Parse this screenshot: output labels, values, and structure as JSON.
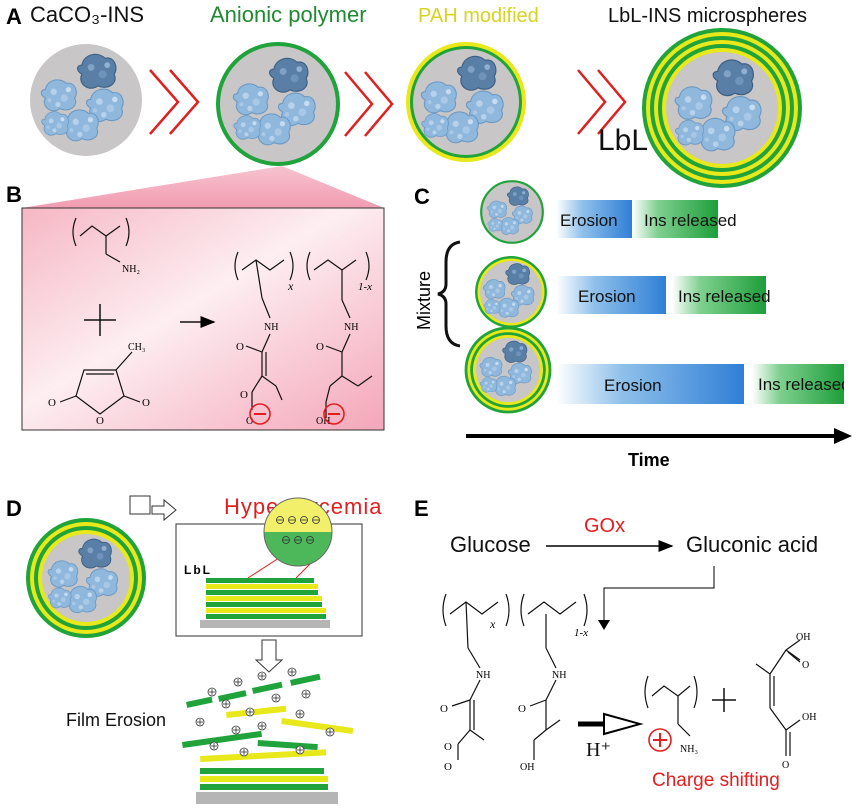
{
  "panels": {
    "a": {
      "letter": "A",
      "stage1": "CaCO₃-INS",
      "stage2": "Anionic polymer",
      "stage3": "PAH modified",
      "stage4": "LbL-INS microspheres",
      "lbl": "LbL"
    },
    "b": {
      "letter": "B",
      "nh2": "NH₂",
      "ch3": "CH₃",
      "o": "O",
      "nh": "NH",
      "oh": "OH",
      "x": "x",
      "one_minus_x": "1-x"
    },
    "c": {
      "letter": "C",
      "mixture": "Mixture",
      "erosion": "Erosion",
      "released": "Ins released",
      "time": "Time"
    },
    "d": {
      "letter": "D",
      "hyperglycemia": "Hyperglycemia",
      "lbl": "LbL",
      "film_erosion": "Film Erosion"
    },
    "e": {
      "letter": "E",
      "glucose": "Glucose",
      "gox": "GOx",
      "gluconic": "Gluconic acid",
      "hplus": "H⁺",
      "nh3": "NH₃",
      "oh": "OH",
      "o": "O",
      "nh": "NH",
      "x": "x",
      "one_minus_x": "1-x",
      "charge_shifting": "Charge shifting"
    }
  },
  "colors": {
    "green": "#1fa33a",
    "yellow": "#e8e81a",
    "red": "#e02020",
    "blue": "#2f7fd6",
    "protein": "#8fb8dc",
    "core": "#c8c6c6"
  }
}
